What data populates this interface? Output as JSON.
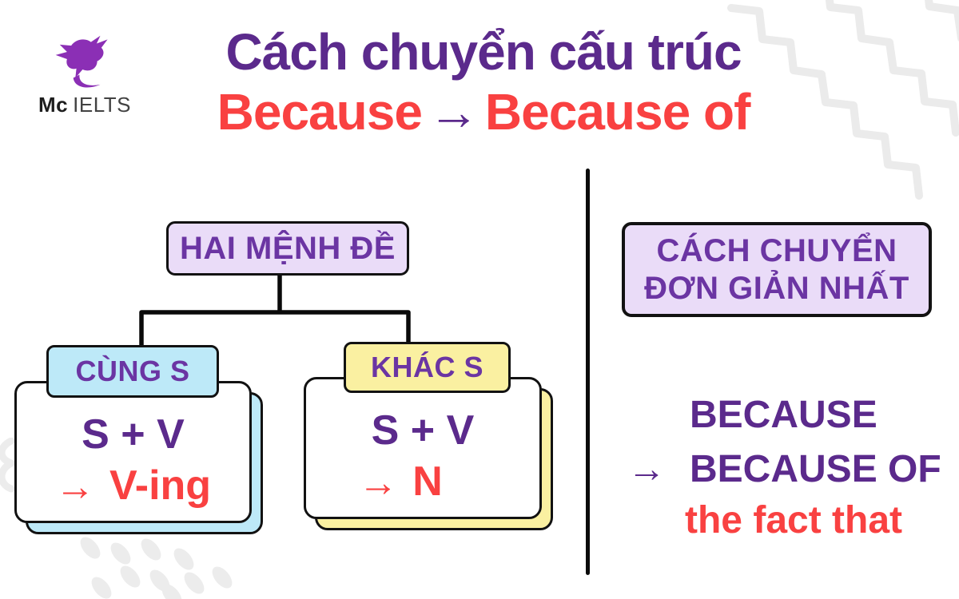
{
  "colors": {
    "purple": "#5B2A8C",
    "purple_boxes": "#6B35A3",
    "red": "#F94141",
    "lavender_fill": "#EADCF8",
    "blue_fill": "#BDE9F8",
    "yellow_fill": "#FAF0A1",
    "outline": "#121212",
    "decoration_gray": "#EBEBEB",
    "logo_purple": "#8B2FB5"
  },
  "logo": {
    "brand_bold": "Mc",
    "brand_rest": "IELTS"
  },
  "title": {
    "line1": "Cách chuyển cấu trúc",
    "because": "Because",
    "arrow": "→",
    "because_of": "Because of"
  },
  "tree": {
    "root": "HAI MỆNH ĐỀ",
    "branches": [
      {
        "label": "CÙNG S",
        "formula": "S + V",
        "arrow": "→",
        "result": "V-ing"
      },
      {
        "label": "KHÁC S",
        "formula": "S + V",
        "arrow": "→",
        "result": "N"
      }
    ]
  },
  "right_panel": {
    "heading_line1": "CÁCH CHUYỂN",
    "heading_line2": "ĐƠN GIẢN NHẤT",
    "from": "BECAUSE",
    "arrow": "→",
    "to": "BECAUSE OF",
    "suffix": "the fact that"
  }
}
